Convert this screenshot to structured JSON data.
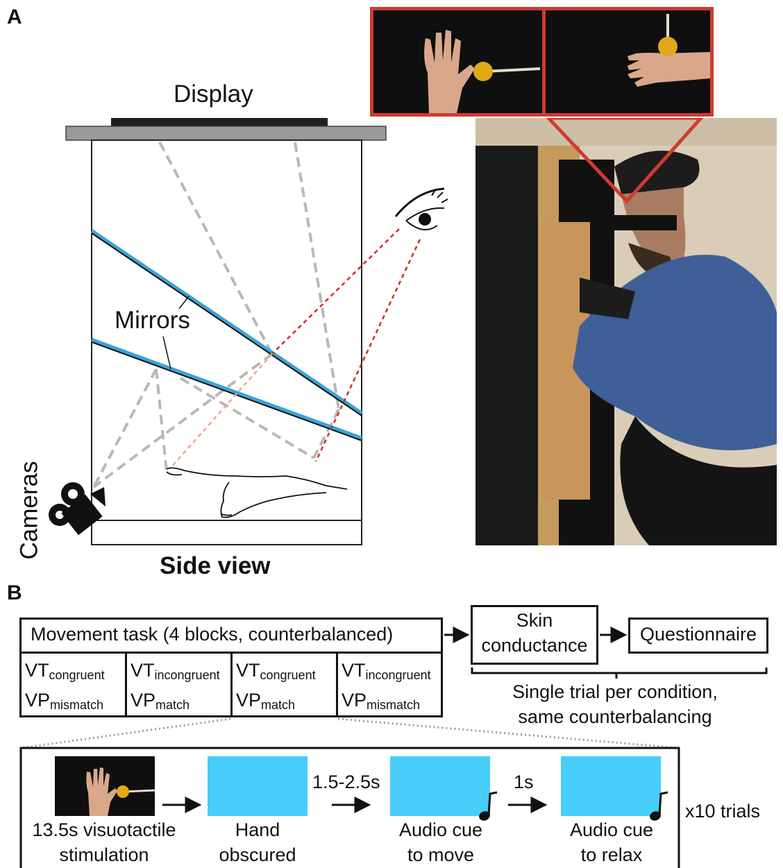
{
  "panel_a": {
    "label": "A",
    "display_label": "Display",
    "mirrors_label": "Mirrors",
    "cameras_label": "Cameras",
    "side_view_label": "Side view"
  },
  "panel_b": {
    "label": "B",
    "movement_task_title": "Movement task (4 blocks, counterbalanced)",
    "conditions": [
      {
        "vt": "VT",
        "vt_sub": "congruent",
        "vp": "VP",
        "vp_sub": "mismatch"
      },
      {
        "vt": "VT",
        "vt_sub": "incongruent",
        "vp": "VP",
        "vp_sub": "match"
      },
      {
        "vt": "VT",
        "vt_sub": "congruent",
        "vp": "VP",
        "vp_sub": "match"
      },
      {
        "vt": "VT",
        "vt_sub": "incongruent",
        "vp": "VP",
        "vp_sub": "mismatch"
      }
    ],
    "skin_conductance": {
      "line1": "Skin",
      "line2": "conductance"
    },
    "questionnaire": "Questionnaire",
    "bracket_note": {
      "line1": "Single trial per condition,",
      "line2": "same counterbalancing"
    },
    "trial_steps": [
      {
        "line1": "13.5s visuotactile",
        "line2": "stimulation"
      },
      {
        "line1": "Hand",
        "line2": "obscured"
      },
      {
        "line1": "Audio cue",
        "line2": "to move"
      },
      {
        "line1": "Audio cue",
        "line2": "to relax"
      }
    ],
    "delays": [
      "1.5-2.5s",
      "1s"
    ],
    "repeat_label": "x10 trials"
  },
  "colors": {
    "screen_blue": "#47cdf8",
    "inset_border": "#d03a2f",
    "mirror_blue": "#3aa3d8",
    "gaze_red": "#c8321f"
  }
}
